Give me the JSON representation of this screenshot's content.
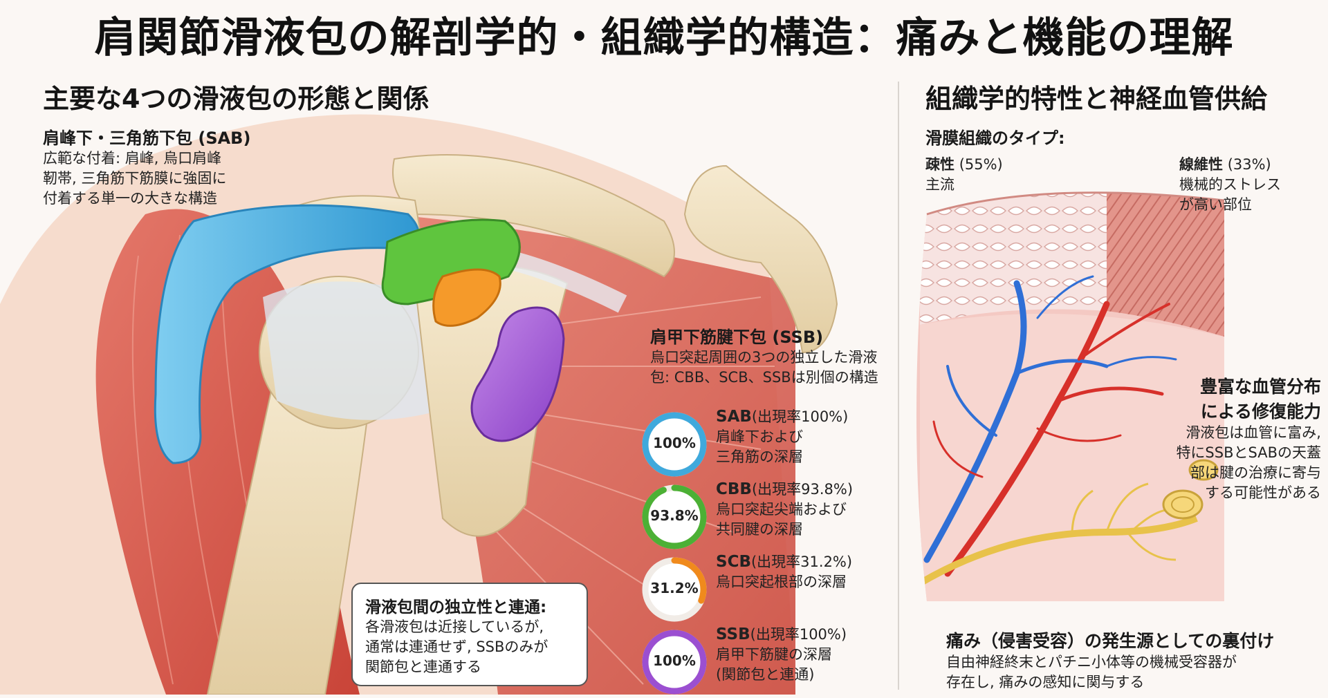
{
  "title": "肩関節滑液包の解剖学的・組織学的構造：痛みと機能の理解",
  "left": {
    "heading": "主要な4つの滑液包の形態と関係",
    "sab_callout": {
      "title": "肩峰下・三角筋下包 (SAB)",
      "lines": [
        "広範な付着: 肩峰, 烏口肩峰",
        "靭帯, 三角筋下筋膜に強固に",
        "付着する単一の大きな構造"
      ]
    },
    "ssb_callout": {
      "title": "肩甲下筋腱下包 (SSB)",
      "lines": [
        "烏口突起周囲の3つの独立した滑液",
        "包: CBB、SCB、SSBは別個の構造"
      ]
    },
    "connection_box": {
      "title": "滑液包間の独立性と連通:",
      "lines": [
        "各滑液包は近接しているが,",
        "通常は連通せず, SSBのみが",
        "関節包と連通する"
      ]
    },
    "legend": [
      {
        "pct_label": "100%",
        "pct": 100,
        "color": "#3fa9dc",
        "name": "SAB",
        "rate": "(出現率100%)",
        "lines": [
          "肩峰下および",
          "三角筋の深層"
        ]
      },
      {
        "pct_label": "93.8%",
        "pct": 93.8,
        "color": "#4cb035",
        "name": "CBB",
        "rate": "(出現率93.8%)",
        "lines": [
          "烏口突起尖端および",
          "共同腱の深層"
        ]
      },
      {
        "pct_label": "31.2%",
        "pct": 31.2,
        "color": "#f08a1c",
        "name": "SCB",
        "rate": "(出現率31.2%)",
        "lines": [
          "烏口突起根部の深層"
        ]
      },
      {
        "pct_label": "100%",
        "pct": 100,
        "color": "#9b4fd1",
        "name": "SSB",
        "rate": "(出現率100%)",
        "lines": [
          "肩甲下筋腱の深層",
          "(関節包と連通)"
        ]
      }
    ]
  },
  "right": {
    "heading": "組織学的特性と神経血管供給",
    "tissue_type_label": "滑膜組織のタイプ:",
    "loose": {
      "name": "疎性",
      "pct": "(55%)",
      "lines": [
        "主流"
      ]
    },
    "fibrous": {
      "name": "線維性",
      "pct": "(33%)",
      "lines": [
        "機械的ストレス",
        "が高い部位"
      ]
    },
    "vascular": {
      "title_lines": [
        "豊富な血管分布",
        "による修復能力"
      ],
      "lines": [
        "滑液包は血管に富み,",
        "特にSSBとSABの天蓋",
        "部は腱の治療に寄与",
        "する可能性がある"
      ]
    },
    "pain": {
      "title": "痛み（侵害受容）の発生源としての裏付け",
      "lines": [
        "自由神経終末とパチニ小体等の機械受容器が",
        "存在し, 痛みの感知に関与する"
      ]
    }
  },
  "colors": {
    "sab": "#3fa9dc",
    "cbb": "#4cb035",
    "scb": "#f08a1c",
    "ssb": "#9b4fd1",
    "muscle": "#d9574a",
    "bone": "#efe0bf",
    "artery": "#d7302a",
    "vein": "#2f6fd6",
    "nerve": "#e8c24a"
  }
}
